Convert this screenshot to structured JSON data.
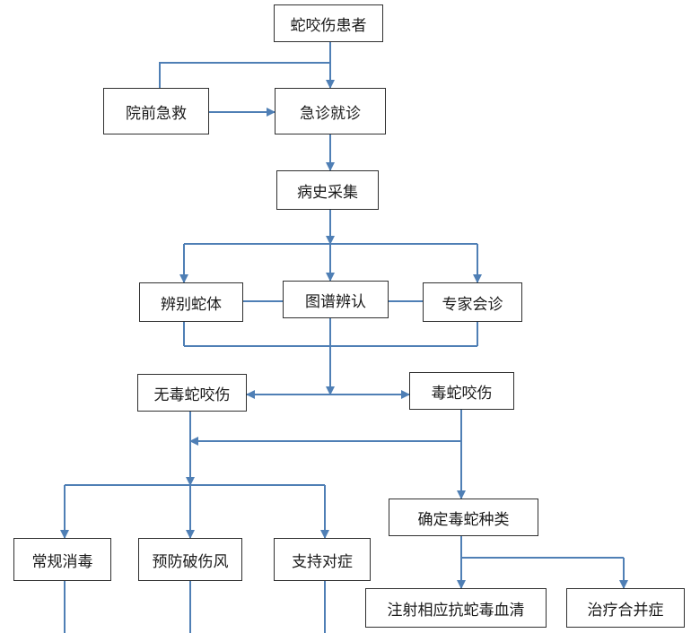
{
  "nodes": {
    "snakebite_patient": "蛇咬伤患者",
    "prehospital_rescue": "院前急救",
    "emergency_visit": "急诊就诊",
    "history_collection": "病史采集",
    "identify_snake": "辨别蛇体",
    "atlas_identification": "图谱辨认",
    "expert_consultation": "专家会诊",
    "nonvenomous_bite": "无毒蛇咬伤",
    "venomous_bite": "毒蛇咬伤",
    "confirm_species": "确定毒蛇种类",
    "routine_disinfection": "常规消毒",
    "tetanus_prevention": "预防破伤风",
    "supportive_treatment": "支持对症",
    "antivenom_injection": "注射相应抗蛇毒血清",
    "complication_treatment": "治疗合并症"
  },
  "colors": {
    "connector": "#4f7fb5",
    "box_border": "#2f2f2f",
    "text": "#1a1a1a"
  }
}
